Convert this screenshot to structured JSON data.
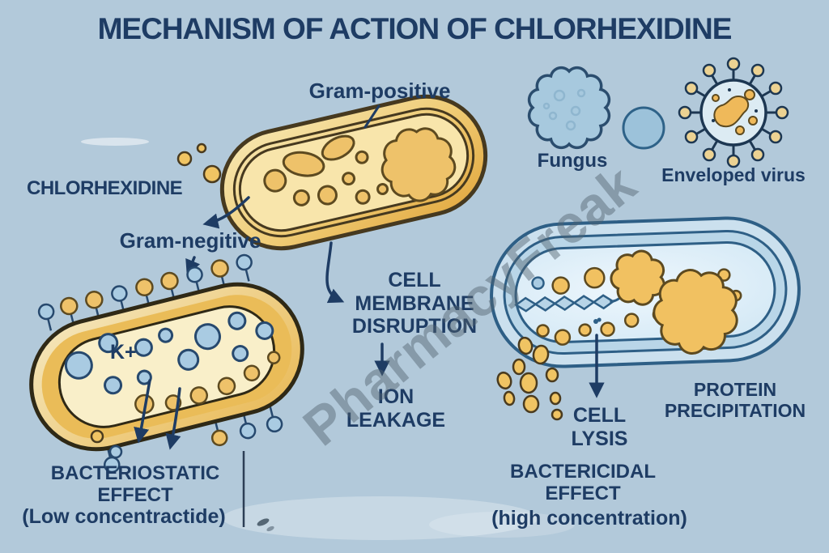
{
  "title": "MECHANISM OF ACTION OF CHLORHEXIDINE",
  "watermark": "PharmacyFreak",
  "labels": {
    "chlorhexidine": "CHLORHEXIDINE",
    "gram_positive": "Gram-positive",
    "gram_negative": "Gram-negitive",
    "k_ion": "K+",
    "fungus": "Fungus",
    "enveloped_virus": "Enveloped virus",
    "cell_membrane_disruption": "CELL\nMEMBRANE\nDISRUPTION",
    "ion_leakage": "ION\nLEAKAGE",
    "cell_lysis": "CELL\nLYSIS",
    "protein_precipitation": "PROTEIN\nPRECIPITATION",
    "bacteriostatic_effect": "BACTERIOSTATIC\nEFFECT",
    "low_concentration": "(Low concentractide)",
    "bactericidal_effect": "BACTERICIDAL\nEFFECT",
    "high_concentration": "(high concentration)"
  },
  "colors": {
    "background": "#b2c9da",
    "ink": "#1e3c64",
    "bacteria_yellow": "#eec05f",
    "bacteria_cream": "#f8ecc6",
    "ion_blue": "#a9cbe2",
    "cell_outline_brown": "#46391f",
    "lysed_blue_outline": "#2e5f86",
    "lysed_fill": "#d6e9f6",
    "protein_orange": "#f1c161",
    "watermark_gray": "#51626e"
  }
}
